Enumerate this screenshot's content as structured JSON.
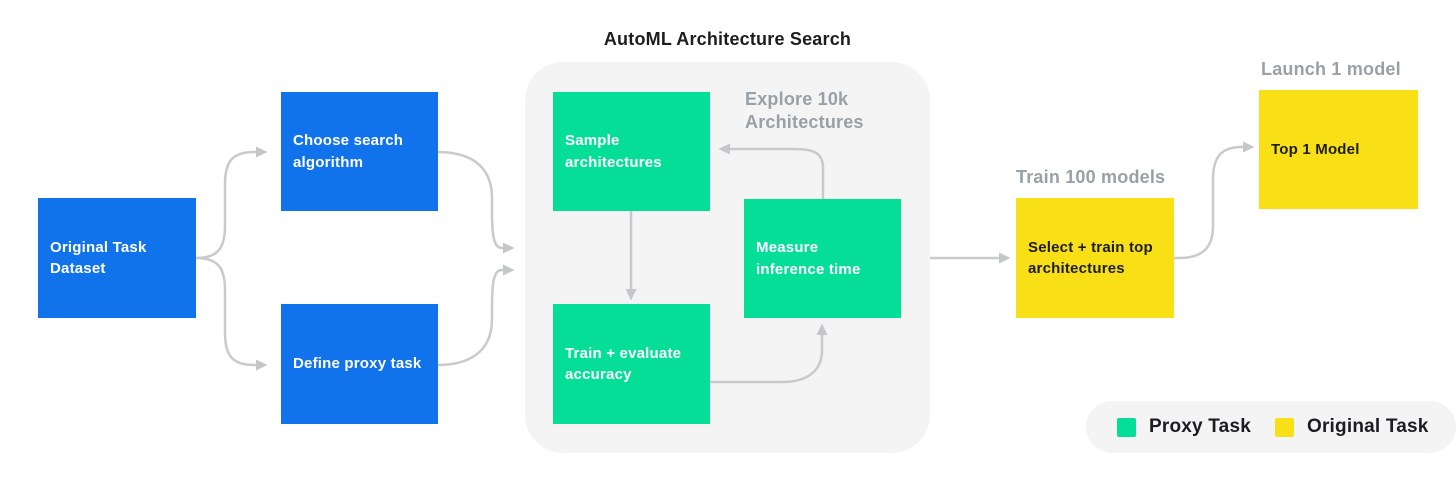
{
  "title": "AutoML Architecture Search",
  "colors": {
    "blue": "#1173ec",
    "green": "#05de97",
    "yellow": "#f8df16",
    "container_bg": "#f4f4f5",
    "arrow": "#c9cacb",
    "label_gray": "#99a0a6",
    "text_dark": "#1d1d1f",
    "text_light": "#ffffff"
  },
  "nodes": {
    "original_task_dataset": "Original Task Dataset",
    "choose_search_algorithm": "Choose search algorithm",
    "define_proxy_task": "Define proxy task",
    "sample_architectures": "Sample architectures",
    "measure_inference_time": "Measure inference time",
    "train_evaluate_accuracy": "Train + evaluate accuracy",
    "select_train_top_architectures": "Select + train top architectures",
    "top_1_model": "Top 1 Model"
  },
  "annotations": {
    "explore": "Explore 10k Architectures",
    "train_100": "Train 100 models",
    "launch_1": "Launch 1 model"
  },
  "legend": {
    "items": [
      {
        "label": "Proxy Task",
        "color": "#05de97"
      },
      {
        "label": "Original Task",
        "color": "#f8df16"
      }
    ]
  }
}
